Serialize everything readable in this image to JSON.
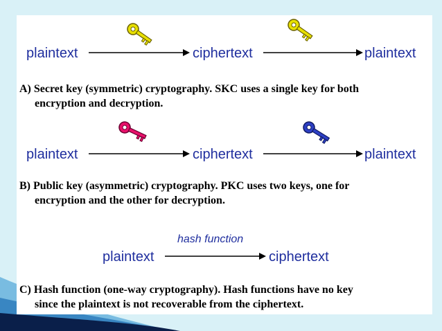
{
  "sections": [
    {
      "id": "A",
      "flow": [
        "plaintext",
        "ciphertext",
        "plaintext"
      ],
      "caption_line1": "A) Secret key (symmetric) cryptography. SKC uses a single key for both",
      "caption_line2": "encryption and decryption.",
      "key_colors": [
        "#e8e000",
        "#e8e000"
      ],
      "key_icons": [
        "gold-key-icon",
        "gold-key-icon"
      ]
    },
    {
      "id": "B",
      "flow": [
        "plaintext",
        "ciphertext",
        "plaintext"
      ],
      "caption_line1": "B) Public key (asymmetric) cryptography. PKC uses two keys, one for",
      "caption_line2": "encryption and the other for decryption.",
      "key_colors": [
        "#e8106a",
        "#2d3fc4"
      ],
      "key_icons": [
        "pink-key-icon",
        "blue-key-icon"
      ]
    },
    {
      "id": "C",
      "function_label": "hash function",
      "flow": [
        "plaintext",
        "ciphertext"
      ],
      "caption_line1": "C) Hash function (one-way cryptography). Hash functions have no key",
      "caption_line2": "since the plaintext is not recoverable from the ciphertext."
    }
  ],
  "colors": {
    "background": "#d9f1f7",
    "panel": "#ffffff",
    "label_text": "#1f2e9e",
    "accent_dark": "#0a1f4a",
    "accent_blue": "#2a8fd0"
  }
}
